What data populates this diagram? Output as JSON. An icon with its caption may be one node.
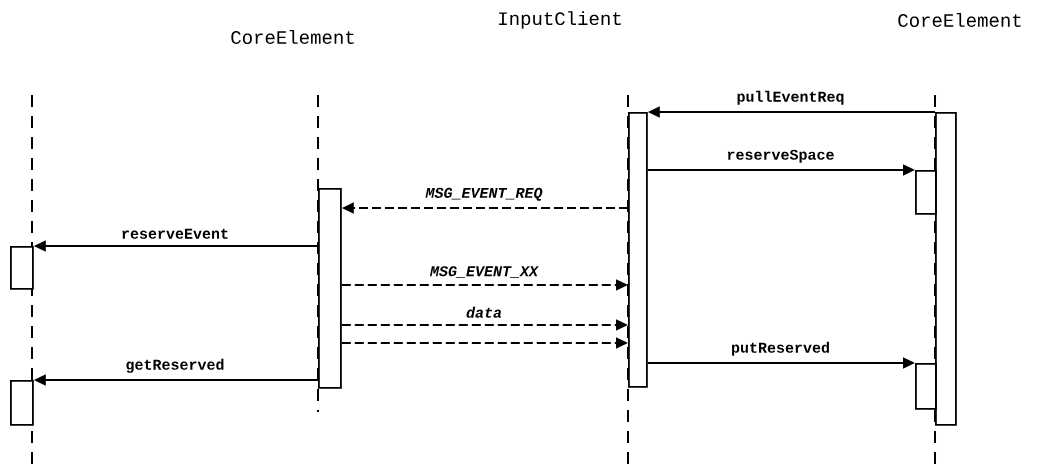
{
  "diagram": {
    "nodes": [
      {
        "text": [],
        "shape": "box"
      },
      {
        "text": [],
        "shape": "box"
      },
      {
        "text": [],
        "shape": "box"
      },
      {
        "text": [],
        "shape": "box"
      },
      {
        "text": [],
        "shape": "box"
      },
      {
        "text": [],
        "shape": "box"
      },
      {
        "text": [],
        "shape": "box"
      }
    ],
    "edges": [
      {
        "from": 4,
        "to": 3,
        "arrow": "to",
        "label": "pullEventReq"
      },
      {
        "from": 3,
        "to": 5,
        "arrow": "to",
        "label": "reserveSpace"
      },
      {
        "from": 3,
        "to": 2,
        "arrow": "to",
        "label": "MSG_EVENT_REQ",
        "style": "dashed"
      },
      {
        "from": 2,
        "to": 0,
        "arrow": "to",
        "label": "reserveEvent"
      },
      {
        "from": 2,
        "to": 3,
        "arrow": "to",
        "label": "MSG_EVENT_XX",
        "style": "dashed"
      },
      {
        "from": 2,
        "to": 3,
        "arrow": "to",
        "label": "data",
        "style": "dashed"
      },
      {
        "from": 2,
        "to": 3,
        "arrow": "to",
        "style": "dashed"
      },
      {
        "from": 3,
        "to": 6,
        "arrow": "to",
        "label": "putReserved"
      },
      {
        "from": 2,
        "to": 1,
        "arrow": "to",
        "label": "getReserved"
      }
    ],
    "labels": [
      "CoreElement",
      "InputClient",
      "CoreElement"
    ]
  }
}
